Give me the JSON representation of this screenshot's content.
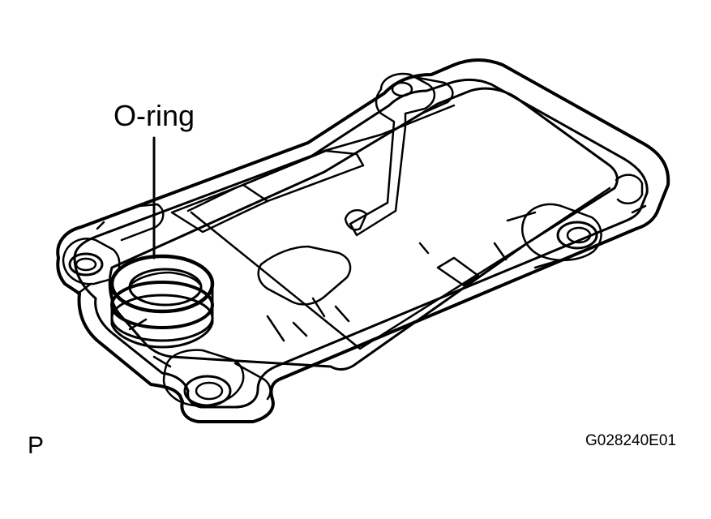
{
  "diagram": {
    "callout_label": "O-ring",
    "page_marker": "P",
    "figure_id": "G028240E01"
  },
  "colors": {
    "line": "#000000",
    "background": "#ffffff"
  }
}
